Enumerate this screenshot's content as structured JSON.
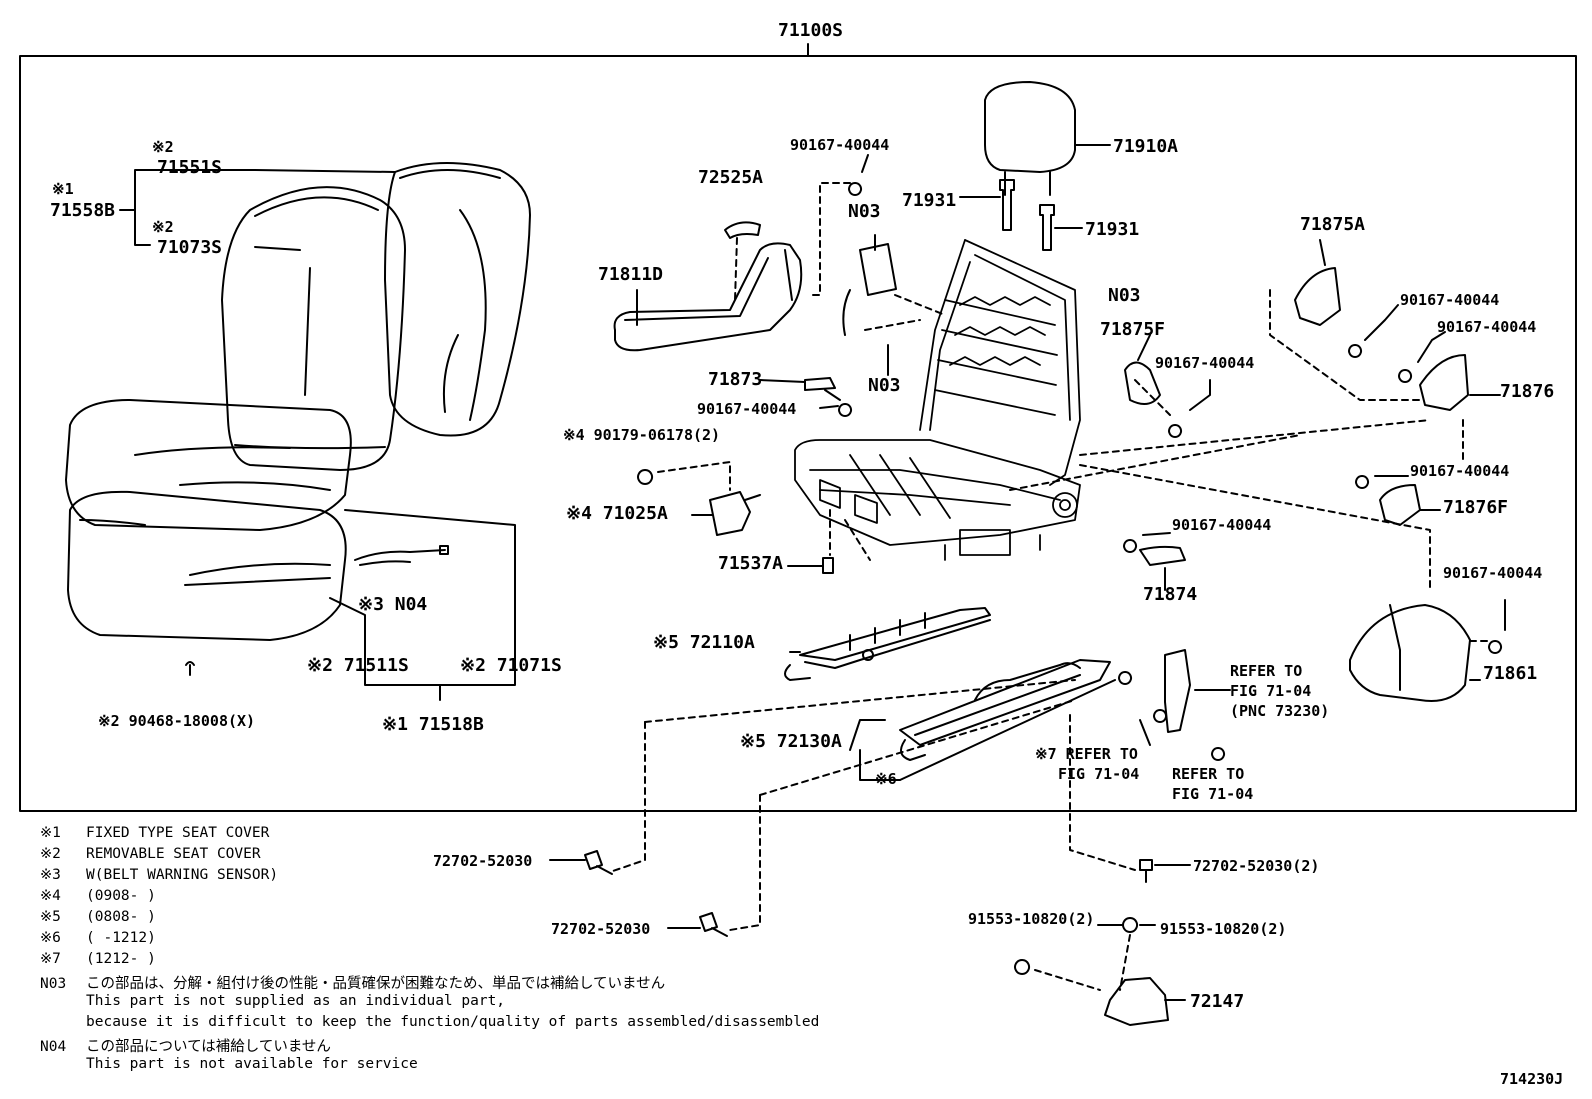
{
  "title": "71100S",
  "figure_id": "714230J",
  "callouts": {
    "c71551S": "71551S",
    "c71558B": "71558B",
    "c71073S": "71073S",
    "mark1a": "※1",
    "mark2a": "※2",
    "mark2b": "※2",
    "c72525A": "72525A",
    "c71811D": "71811D",
    "c90167_top": "90167-40044",
    "cN03_a": "N03",
    "cN03_b": "N03",
    "cN03_c": "N03",
    "c71910A": "71910A",
    "c71931_a": "71931",
    "c71931_b": "71931",
    "c71875A": "71875A",
    "c90167_r1": "90167-40044",
    "c90167_r2": "90167-40044",
    "c71875F": "71875F",
    "c90167_mid": "90167-40044",
    "c71876": "71876",
    "c71873": "71873",
    "c90167_71873": "90167-40044",
    "c90179": "※4 90179-06178(2)",
    "c71025A": "※4 71025A",
    "c71537A": "71537A",
    "c90167_r3": "90167-40044",
    "c71876F": "71876F",
    "c90167_71874": "90167-40044",
    "c71874": "71874",
    "c90167_r4": "90167-40044",
    "c71861": "71861",
    "cN04": "※3 N04",
    "c72110A": "※5 72110A",
    "c71511S": "※2 71511S",
    "c71071S": "※2 71071S",
    "c90468": "※2 90468-18008(X)",
    "c71518B": "※1 71518B",
    "c72130A": "※5 72130A",
    "c_ref7a": "※7 REFER TO",
    "c_ref7b": "FIG 71-04",
    "c_refA1": "REFER TO",
    "c_refA2": "FIG 71-04",
    "c_refA3": "(PNC 73230)",
    "c_refB1": "REFER TO",
    "c_refB2": "FIG 71-04",
    "c_mark6": "※6",
    "c72702_a": "72702-52030",
    "c72702_b": "72702-52030",
    "c72702_c": "72702-52030(2)",
    "c91553_a": "91553-10820(2)",
    "c91553_b": "91553-10820(2)",
    "c72147": "72147"
  },
  "notes": [
    {
      "key": "※1",
      "text": "FIXED TYPE SEAT COVER"
    },
    {
      "key": "※2",
      "text": "REMOVABLE SEAT COVER"
    },
    {
      "key": "※3",
      "text": "W(BELT WARNING SENSOR)"
    },
    {
      "key": "※4",
      "text": "(0908-      )"
    },
    {
      "key": "※5",
      "text": "(0808-      )"
    },
    {
      "key": "※6",
      "text": "(      -1212)"
    },
    {
      "key": "※7",
      "text": "(1212-      )"
    },
    {
      "key": "N03",
      "text": "この部品は、分解・組付け後の性能・品質確保が困難なため、単品では補給していません"
    },
    {
      "key": "",
      "text": "This part is not supplied as an individual part,"
    },
    {
      "key": "",
      "text": "because it is difficult to keep the function/quality of parts assembled/disassembled"
    },
    {
      "key": "N04",
      "text": "この部品については補給していません"
    },
    {
      "key": "",
      "text": "This part is not available for service"
    }
  ]
}
